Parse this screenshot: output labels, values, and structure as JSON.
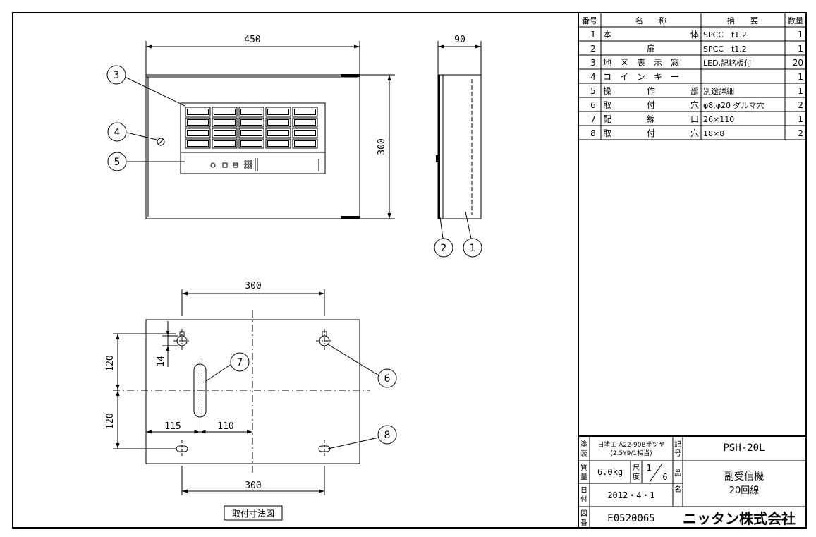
{
  "views": {
    "front_width": "450",
    "side_depth": "90",
    "front_height": "300",
    "mount_width_top": "300",
    "mount_width_bottom": "300",
    "mount_upper_height": "120",
    "mount_lower_height": "120",
    "mount_offset_14": "14",
    "mount_offset_115": "115",
    "mount_offset_110": "110",
    "mount_caption": "取付寸法図"
  },
  "balloons": [
    "1",
    "2",
    "3",
    "4",
    "5",
    "6",
    "7",
    "8"
  ],
  "parts_table": {
    "headers": [
      "番号",
      "名　　称",
      "摘　　要",
      "数量"
    ],
    "rows": [
      {
        "no": "1",
        "name_l": "本",
        "name_r": "体",
        "spec": "SPCC　t1.2",
        "qty": "1"
      },
      {
        "no": "2",
        "name_l": "",
        "name_c": "扉",
        "name_r": "",
        "spec": "SPCC　t1.2",
        "qty": "1"
      },
      {
        "no": "3",
        "name_l": "地　区　表　示　窓",
        "name_r": "",
        "spec": "LED,記銘板付",
        "qty": "20"
      },
      {
        "no": "4",
        "name_l": "コ　イ　ン　キ　ー",
        "name_r": "",
        "spec": "",
        "qty": "1"
      },
      {
        "no": "5",
        "name_l": "操",
        "name_c": "作",
        "name_r": "部",
        "spec": "別途詳細",
        "qty": "1"
      },
      {
        "no": "6",
        "name_l": "取",
        "name_c": "付",
        "name_r": "穴",
        "spec": "φ8,φ20 ダルマ穴",
        "qty": "2"
      },
      {
        "no": "7",
        "name_l": "配",
        "name_c": "線",
        "name_r": "口",
        "spec": "26×110",
        "qty": "1"
      },
      {
        "no": "8",
        "name_l": "取",
        "name_c": "付",
        "name_r": "穴",
        "spec": "18×8",
        "qty": "2"
      }
    ]
  },
  "title_block": {
    "paint_label": "塗装",
    "paint_line1": "日塗工 A22-90B半ツヤ",
    "paint_line2": "(2.5Y9/1相当)",
    "symbol_label": "記号",
    "model": "PSH-20L",
    "weight_label": "質量",
    "weight": "6.0kg",
    "scale_label": "尺度",
    "scale_num": "1",
    "scale_den": "6",
    "name_label": "品名",
    "product_name_1": "副受信機",
    "product_name_2": "20回線",
    "date_label": "日付",
    "date": "2012・4・1",
    "drawing_label": "図番",
    "drawing_no": "E0520065",
    "company": "ニッタン株式会社"
  }
}
